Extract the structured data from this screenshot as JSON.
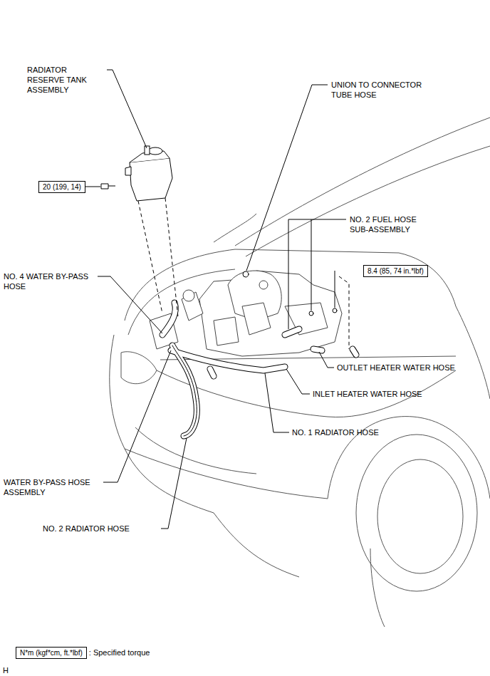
{
  "diagram": {
    "nodes": [
      {
        "text": [
          "20 (199, 14)"
        ]
      },
      {
        "text": [
          "8.4 (85, 74 in.*lbf)"
        ]
      },
      {
        "text": [
          "N*m (kgf*cm, ft.*lbf)"
        ]
      }
    ],
    "labels": [
      "RADIATOR RESERVE TANK ASSEMBLY",
      "UNION TO CONNECTOR TUBE HOSE",
      "NO. 2 FUEL HOSE SUB-ASSEMBLY",
      "NO. 4 WATER BY-PASS HOSE",
      "OUTLET HEATER WATER HOSE",
      "INLET HEATER WATER HOSE",
      "NO. 1 RADIATOR HOSE",
      "WATER BY-PASS HOSE ASSEMBLY",
      "NO. 2 RADIATOR HOSE",
      ": Specified torque",
      "H"
    ]
  }
}
